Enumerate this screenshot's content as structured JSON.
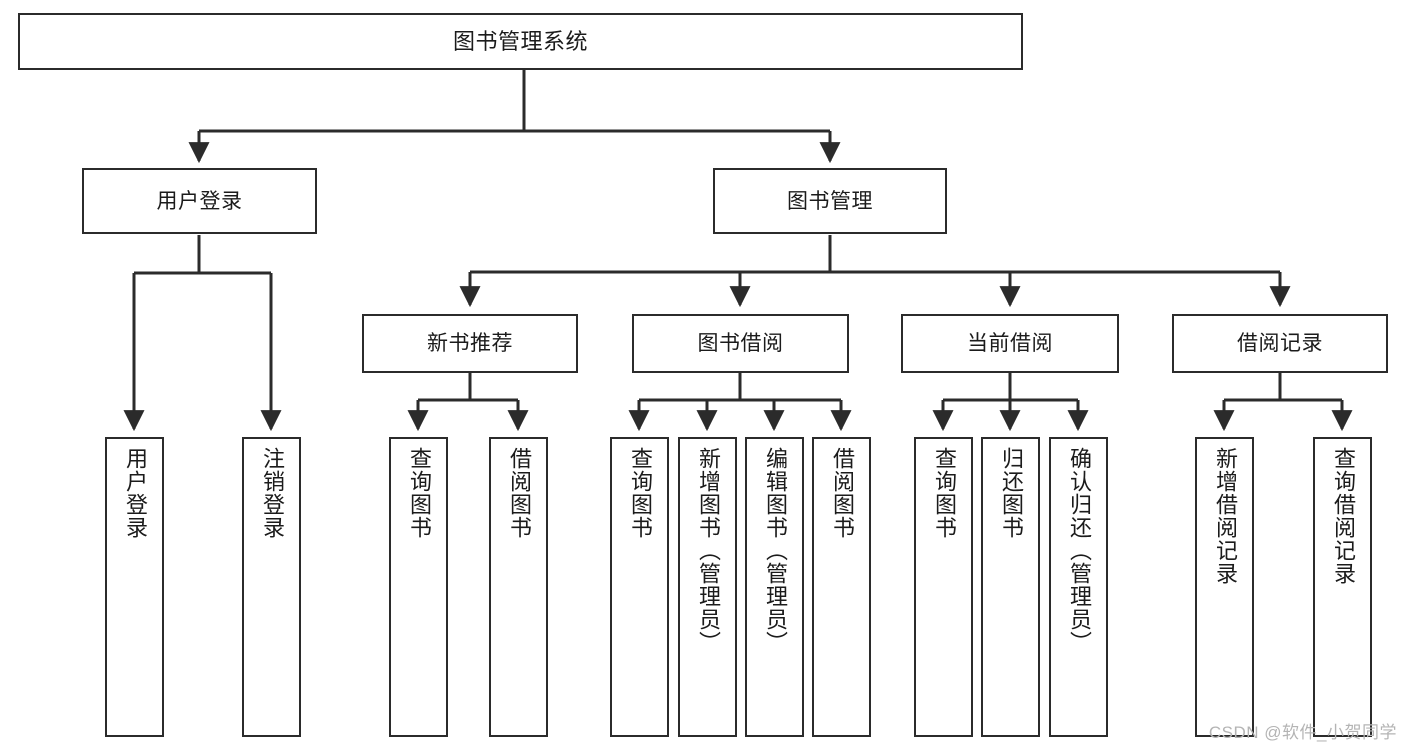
{
  "diagram": {
    "title": "图书管理系统",
    "type": "tree-hierarchy-chart",
    "root": {
      "id": "root",
      "label": "图书管理系统"
    },
    "level2": [
      {
        "id": "user-login",
        "label": "用户登录"
      },
      {
        "id": "book-manage",
        "label": "图书管理"
      }
    ],
    "level3": [
      {
        "id": "new-book-recommend",
        "label": "新书推荐"
      },
      {
        "id": "book-borrow",
        "label": "图书借阅"
      },
      {
        "id": "current-borrow",
        "label": "当前借阅"
      },
      {
        "id": "borrow-record",
        "label": "借阅记录"
      }
    ],
    "leaves": {
      "user_login": [
        {
          "id": "leaf-user-login",
          "label": "用户登录"
        },
        {
          "id": "leaf-user-logout",
          "label": "注销登录"
        }
      ],
      "new_book_recommend": [
        {
          "id": "leaf-query-book-1",
          "label": "查询图书"
        },
        {
          "id": "leaf-borrow-book-1",
          "label": "借阅图书"
        }
      ],
      "book_borrow": [
        {
          "id": "leaf-query-book-2",
          "label": "查询图书"
        },
        {
          "id": "leaf-add-book",
          "label": "新增图书（管理员）"
        },
        {
          "id": "leaf-edit-book",
          "label": "编辑图书（管理员）"
        },
        {
          "id": "leaf-borrow-book-2",
          "label": "借阅图书"
        }
      ],
      "current_borrow": [
        {
          "id": "leaf-query-book-3",
          "label": "查询图书"
        },
        {
          "id": "leaf-return-book",
          "label": "归还图书"
        },
        {
          "id": "leaf-confirm-return",
          "label": "确认归还（管理员）"
        }
      ],
      "borrow_record": [
        {
          "id": "leaf-add-record",
          "label": "新增借阅记录"
        },
        {
          "id": "leaf-query-record",
          "label": "查询借阅记录"
        }
      ]
    },
    "colors": {
      "stroke": "#2b2b2b",
      "fill": "#ffffff",
      "text": "#1b1b1b",
      "watermark": "#b4b4b4"
    }
  },
  "watermark": {
    "text": "CSDN @软件_小贺同学"
  }
}
